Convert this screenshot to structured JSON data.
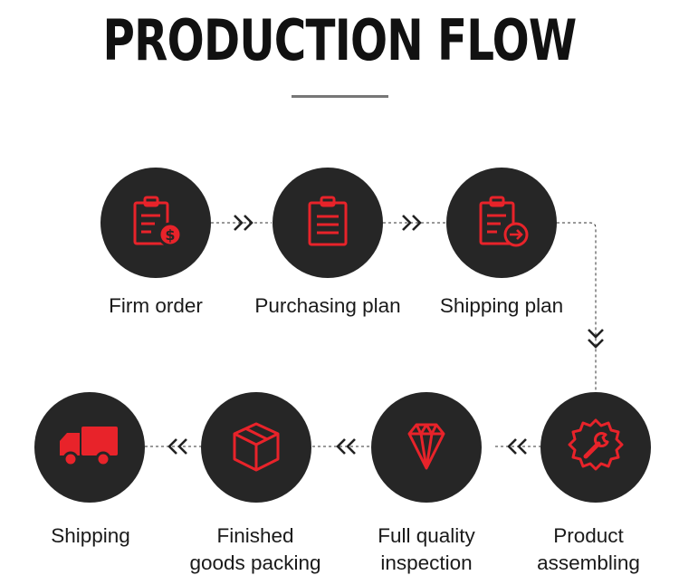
{
  "title": "PRODUCTION FLOW",
  "colors": {
    "accent": "#e8232a",
    "node": "#262626",
    "text": "#1a1a1a"
  },
  "steps": [
    {
      "label": "Firm order",
      "icon": "clipboard-dollar-icon"
    },
    {
      "label": "Purchasing plan",
      "icon": "clipboard-list-icon"
    },
    {
      "label": "Shipping plan",
      "icon": "clipboard-arrow-icon"
    },
    {
      "label_line1": "Product",
      "label_line2": "assembling",
      "icon": "gear-wrench-icon"
    },
    {
      "label_line1": "Full quality",
      "label_line2": "inspection",
      "icon": "diamond-icon"
    },
    {
      "label_line1": "Finished",
      "label_line2": "goods packing",
      "icon": "box-icon"
    },
    {
      "label": "Shipping",
      "icon": "truck-icon"
    }
  ]
}
